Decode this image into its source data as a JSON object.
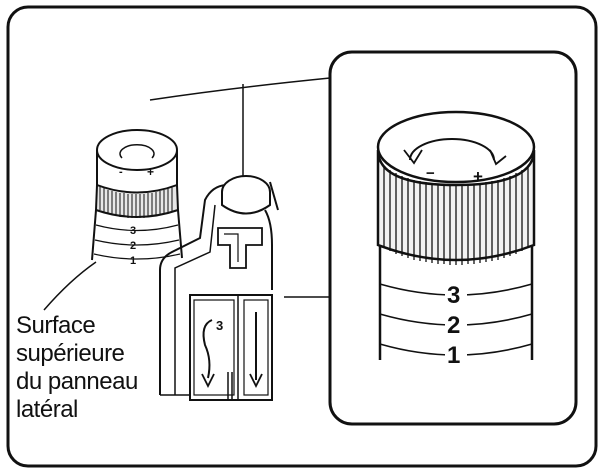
{
  "caption": {
    "line1": "Surface",
    "line2": "supérieure",
    "line3": "du panneau",
    "line4": "latéral"
  },
  "dial_small": {
    "minus": "-",
    "plus": "+",
    "mark3": "3",
    "mark2": "2",
    "mark1": "1"
  },
  "dial_zoom": {
    "minus": "−",
    "plus": "+",
    "mark3": "3",
    "mark2": "2",
    "mark1": "1"
  },
  "panel": {
    "slot_mark": "3"
  }
}
